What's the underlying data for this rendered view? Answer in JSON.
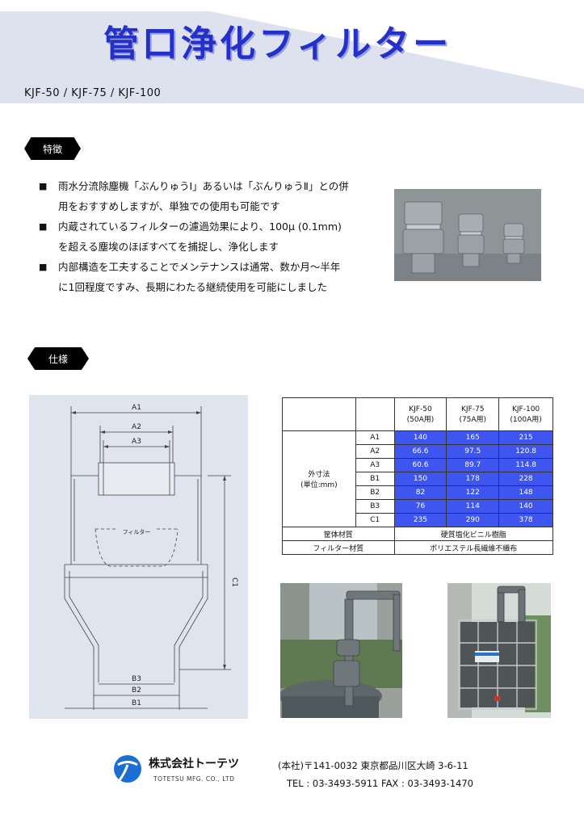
{
  "header": {
    "title": "管口浄化フィルター",
    "models": "KJF-50 / KJF-75 / KJF-100"
  },
  "features": {
    "tag": "特徴",
    "items": [
      {
        "line1": "雨水分流除塵機「ぶんりゅうⅠ」あるいは「ぶんりゅうⅡ」との併",
        "line2": "用をおすすめしますが、単独での使用も可能です"
      },
      {
        "line1": "内蔵されているフィルターの濾過効果により、100μ (0.1mm)",
        "line2": "を超える塵埃のほぼすべてを捕捉し、浄化します"
      },
      {
        "line1": "内部構造を工夫することでメンテナンスは通常、数か月～半年",
        "line2": "に1回程度ですみ、長期にわたる継続使用を可能にしました"
      }
    ]
  },
  "specs": {
    "tag": "仕様",
    "diagram": {
      "a1": "A1",
      "a2": "A2",
      "a3": "A3",
      "filter_label": "フィルター",
      "c1": "C1",
      "b3": "B3",
      "b2": "B2",
      "b1": "B1"
    },
    "table": {
      "columns": [
        {
          "model": "KJF-50",
          "size": "(50A用)"
        },
        {
          "model": "KJF-75",
          "size": "(75A用)"
        },
        {
          "model": "KJF-100",
          "size": "(100A用)"
        }
      ],
      "dim_group_label_1": "外寸法",
      "dim_group_label_2": "(単位:mm)",
      "rows": [
        {
          "label": "A1",
          "values": [
            "140",
            "165",
            "215"
          ]
        },
        {
          "label": "A2",
          "values": [
            "66.6",
            "97.5",
            "120.8"
          ]
        },
        {
          "label": "A3",
          "values": [
            "60.6",
            "89.7",
            "114.8"
          ]
        },
        {
          "label": "B1",
          "values": [
            "150",
            "178",
            "228"
          ]
        },
        {
          "label": "B2",
          "values": [
            "82",
            "122",
            "148"
          ]
        },
        {
          "label": "B3",
          "values": [
            "76",
            "114",
            "140"
          ]
        },
        {
          "label": "C1",
          "values": [
            "235",
            "290",
            "378"
          ]
        }
      ],
      "body_material_label": "筐体材質",
      "body_material": "硬質塩化ビニル樹脂",
      "filter_material_label": "フィルター材質",
      "filter_material": "ポリエステル長繊維不織布"
    }
  },
  "footer": {
    "company": "株式会社トーテツ",
    "company_en": "TOTETSU MFG. CO., LTD",
    "address": "(本社)〒141-0032 東京都品川区大崎 3-6-11",
    "tel": "TEL : 03-3493-5911 FAX : 03-3493-1470"
  },
  "colors": {
    "title": "#2530c8",
    "table_value_bg": "#3f55f0",
    "header_band": "#dde2ee",
    "diagram_bg": "#dfe4ee"
  }
}
